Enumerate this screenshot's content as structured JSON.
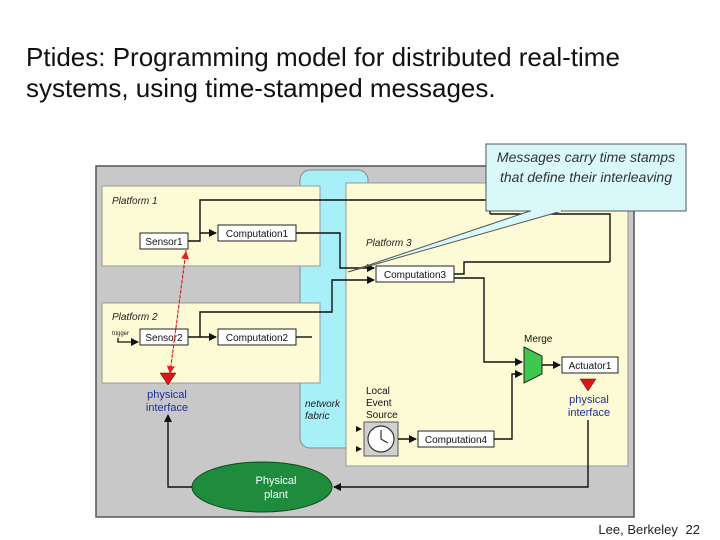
{
  "slide": {
    "title_line1": "Ptides: Programming model for distributed real-time",
    "title_line2": "systems, using time-stamped messages.",
    "callout": "Messages carry time stamps that define their interleaving",
    "footer_author": "Lee, Berkeley",
    "footer_page": "22"
  },
  "diagram": {
    "platform1": "Platform 1",
    "platform2": "Platform 2",
    "platform3": "Platform 3",
    "sensor1": "Sensor1",
    "sensor2": "Sensor2",
    "computation1": "Computation1",
    "computation2": "Computation2",
    "computation3": "Computation3",
    "computation4": "Computation4",
    "actuator1": "Actuator1",
    "merge": "Merge",
    "trigger": "trigger",
    "network_fabric_line1": "network",
    "network_fabric_line2": "fabric",
    "local_event_source_line1": "Local",
    "local_event_source_line2": "Event",
    "local_event_source_line3": "Source",
    "physical_interface_left_line1": "physical",
    "physical_interface_left_line2": "interface",
    "physical_interface_right_line1": "physical",
    "physical_interface_right_line2": "interface",
    "physical_plant_line1": "Physical",
    "physical_plant_line2": "plant"
  },
  "colors": {
    "platform_fill": "#fdfbd5",
    "network_fill": "#a8f0f8",
    "frame_fill": "#c8c8c8",
    "plant_fill": "#1e8c3c",
    "merge_fill": "#3ec84e",
    "interface_text": "#1a2fa0",
    "sensor_link": "#e02020",
    "callout_fill": "#d8f8fa"
  }
}
